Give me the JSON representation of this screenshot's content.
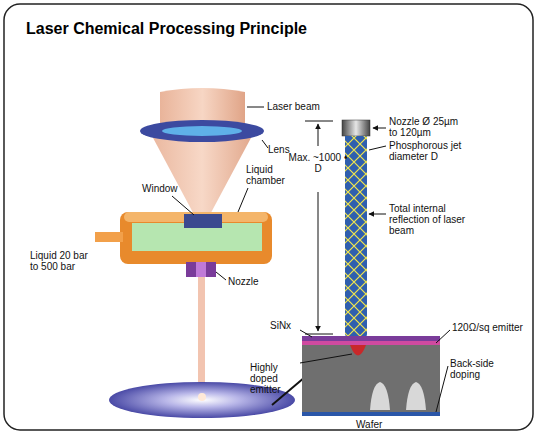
{
  "diagram": {
    "title": "Laser Chemical Processing Principle",
    "labels": [
      "Laser beam",
      "Lens",
      "Window",
      "Liquid chamber",
      "Liquid 20 bar to 500 bar",
      "Nozzle",
      "Nozzle Ø 25µm to 120µm",
      "Max. ~1000 • D",
      "Phosphorous jet diameter D",
      "Total internal reflection of laser beam",
      "SiNx",
      "120Ω/sq emitter",
      "Highly doped emitter",
      "Back-side doping",
      "Wafer"
    ]
  }
}
